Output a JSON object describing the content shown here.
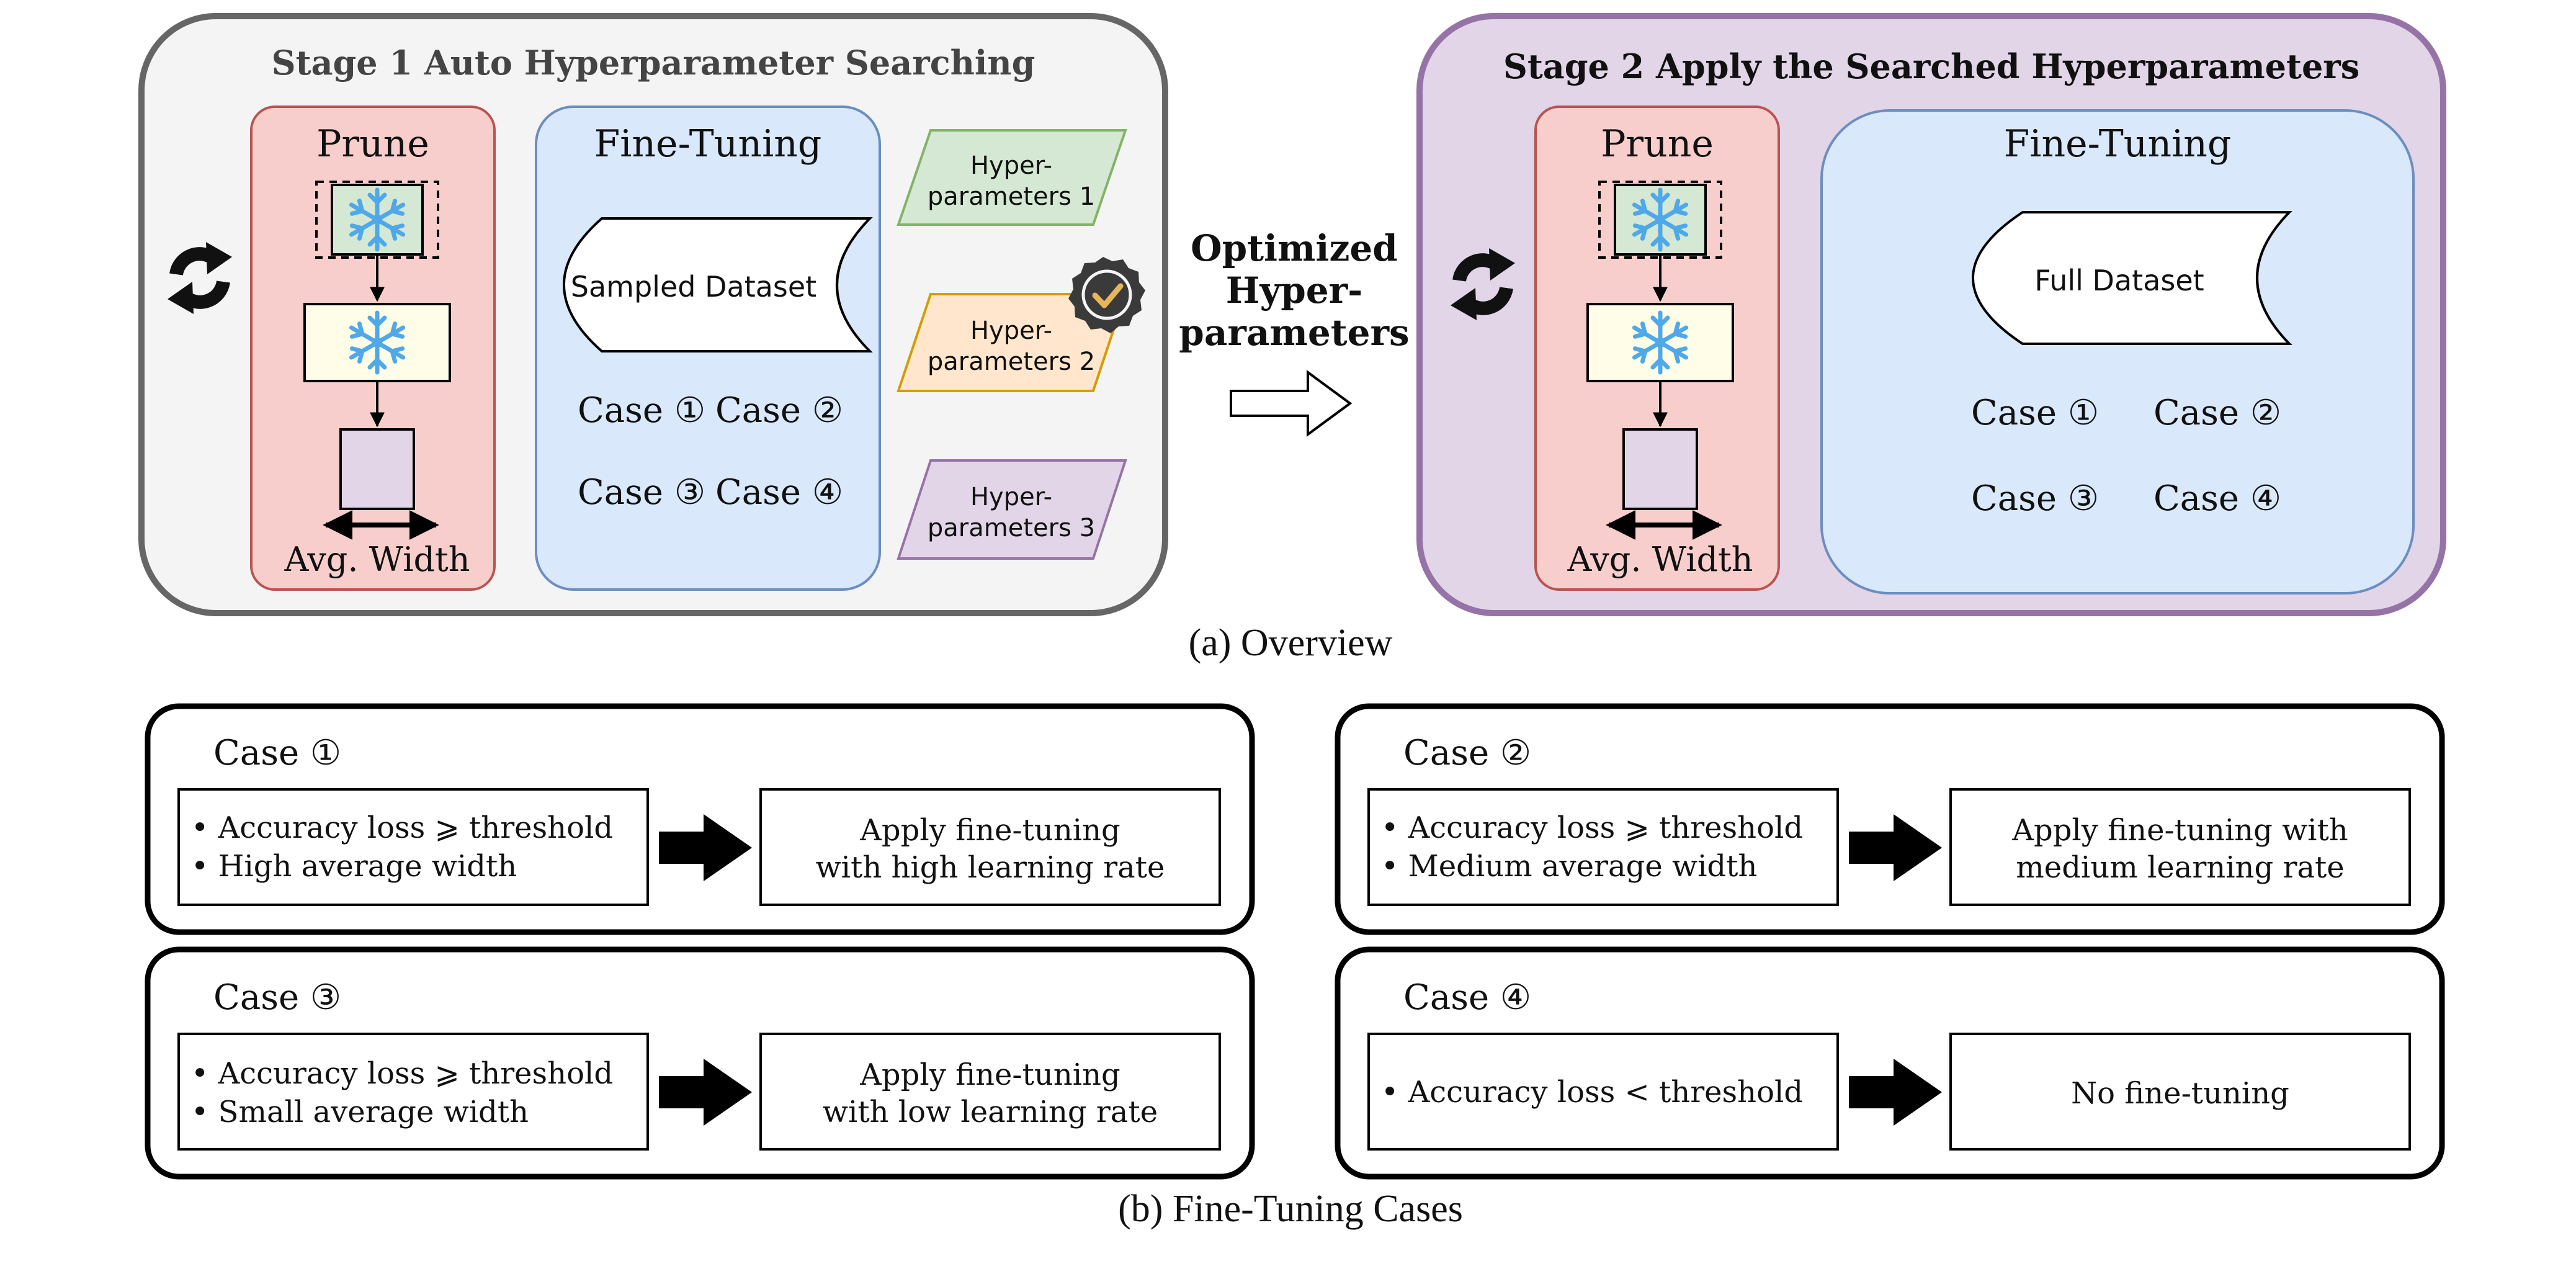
{
  "stage1": {
    "title": "Stage 1 Auto Hyperparameter Searching",
    "prune_label": "Prune",
    "avg_width_label": "Avg. Width",
    "finetune_label": "Fine-Tuning",
    "dataset_label": "Sampled Dataset",
    "cases": [
      "Case ①",
      "Case ②",
      "Case ③",
      "Case ④"
    ],
    "hyper": [
      {
        "line1": "Hyper-",
        "line2": "parameters 1"
      },
      {
        "line1": "Hyper-",
        "line2": "parameters 2"
      },
      {
        "line1": "Hyper-",
        "line2": "parameters 3"
      }
    ]
  },
  "middle": {
    "line1": "Optimized",
    "line2": "Hyper-",
    "line3": "parameters"
  },
  "stage2": {
    "title": "Stage 2 Apply the Searched Hyperparameters",
    "prune_label": "Prune",
    "avg_width_label": "Avg. Width",
    "finetune_label": "Fine-Tuning",
    "dataset_label": "Full Dataset",
    "cases": [
      "Case ①",
      "Case ②",
      "Case ③",
      "Case ④"
    ]
  },
  "caption_a": "(a) Overview",
  "caption_b": "(b) Fine-Tuning Cases",
  "case_panels": [
    {
      "title": "Case ①",
      "cond1": "• Accuracy loss ⩾ threshold",
      "cond2": "• High average width",
      "action1": "Apply fine-tuning",
      "action2": "with high learning rate"
    },
    {
      "title": "Case ②",
      "cond1": "• Accuracy loss ⩾ threshold",
      "cond2": "• Medium average width",
      "action1": "Apply fine-tuning with",
      "action2": "medium learning rate"
    },
    {
      "title": "Case ③",
      "cond1": "• Accuracy loss ⩾ threshold",
      "cond2": "• Small average width",
      "action1": "Apply fine-tuning",
      "action2": "with low learning rate"
    },
    {
      "title": "Case ④",
      "cond1": "• Accuracy loss < threshold",
      "cond2": "",
      "action1": "No fine-tuning",
      "action2": ""
    }
  ],
  "colors": {
    "stage1_bg": "#f4f4f4",
    "stage1_border": "#666666",
    "stage2_bg": "#e1d5e7",
    "stage2_border": "#9673a6",
    "prune_bg": "#f8cecc",
    "prune_border": "#b85450",
    "finetune_bg": "#dae8fc",
    "finetune_border": "#6c8ebf",
    "hyper1": "#d5e8d4",
    "hyper2": "#ffe6cc",
    "hyper3": "#e1d5e7",
    "snowflake": "#4fa8e8"
  },
  "icons": [
    "refresh-icon",
    "snowflake-icon",
    "verified-badge-icon",
    "hollow-arrow-icon",
    "solid-arrow-icon"
  ]
}
